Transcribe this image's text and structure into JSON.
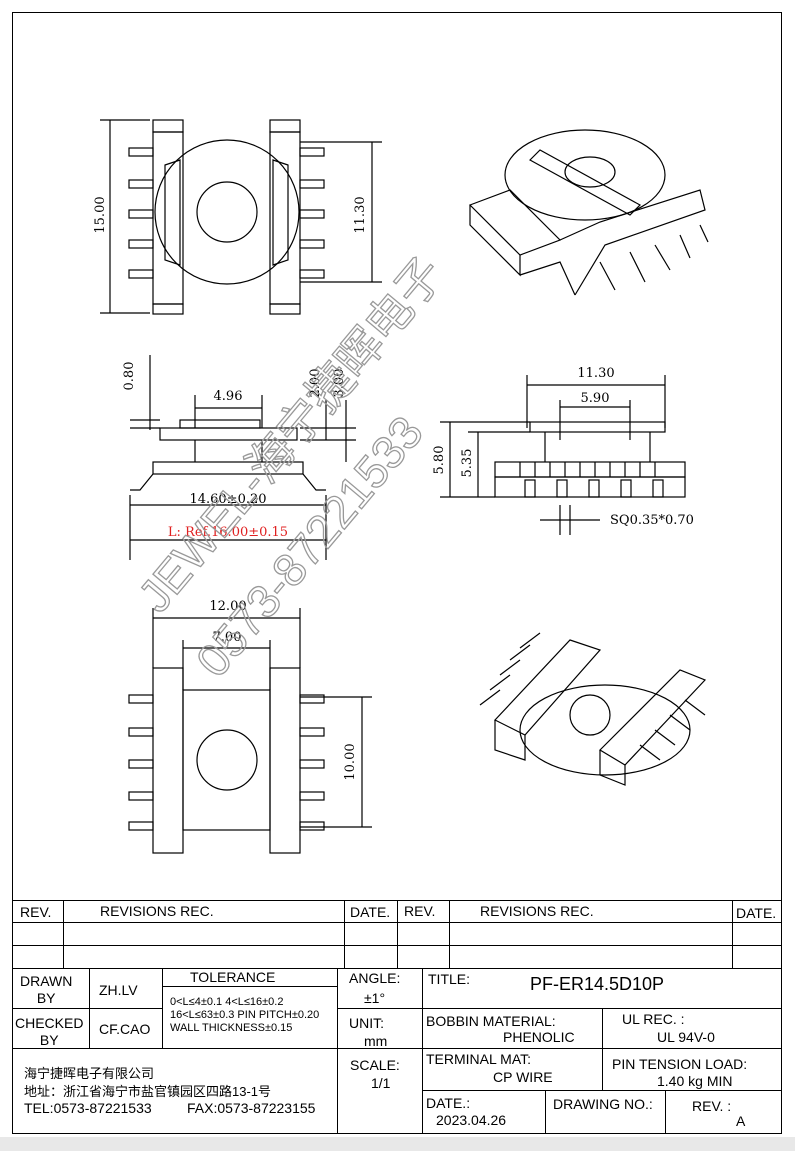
{
  "dimensions": {
    "top_height": "15.00",
    "top_inner": "11.30",
    "flange_t": "0.80",
    "core_w": "4.96",
    "side_a": "2.00",
    "side_b": "3.00",
    "total_w": "14.60±0.20",
    "pin_len": "L: Ref.16.00±0.15",
    "front_w": "11.30",
    "front_inner": "5.90",
    "h_total": "5.80",
    "h_inner": "5.35",
    "pin_sq": "SQ0.35*0.70",
    "bottom_w": "12.00",
    "bottom_inner": "7.00",
    "bottom_h": "10.00"
  },
  "watermark": {
    "line1": "JEWEL-海宁捷晖电子",
    "line2": "0573-87221533"
  },
  "revisions": {
    "rev_label": "REV.",
    "rec_label": "REVISIONS  REC.",
    "date_label": "DATE.",
    "rev_label2": "REV.",
    "rec_label2": "REVISIONS  REC.",
    "date_label2": "DATE."
  },
  "title_block": {
    "drawn_by_label": "DRAWN\nBY",
    "drawn_by": "ZH.LV",
    "checked_by_label": "CHECKED\nBY",
    "checked_by": "CF.CAO",
    "tolerance_label": "TOLERANCE",
    "tol_line1": "0<L≤4±0.1 4<L≤16±0.2",
    "tol_line2": "16<L≤63±0.3 PIN PITCH±0.20",
    "tol_line3": "WALL THICKNESS±0.15",
    "angle_label": "ANGLE:",
    "angle_value": "±1°",
    "unit_label": "UNIT:",
    "unit_value": "mm",
    "scale_label": "SCALE:",
    "scale_value": "1/1",
    "title_label": "TITLE:",
    "title_value": "PF-ER14.5D10P",
    "bobbin_label": "BOBBIN MATERIAL:",
    "bobbin_value": "PHENOLIC",
    "ul_label": "UL REC. :",
    "ul_value": "UL 94V-0",
    "terminal_label": "TERMINAL MAT:",
    "terminal_value": "CP WIRE",
    "pin_label": "PIN TENSION LOAD:",
    "pin_value": "1.40 kg MIN",
    "date_label": "DATE.:",
    "date_value": "2023.04.26",
    "drawing_no_label": "DRAWING NO.:",
    "rev_label": "REV. :",
    "rev_value": "A",
    "company": "海宁捷晖电子有限公司",
    "address": "地址：浙江省海宁市盐官镇园区四路13-1号",
    "tel": "TEL:0573-87221533",
    "fax": "FAX:0573-87223155"
  }
}
